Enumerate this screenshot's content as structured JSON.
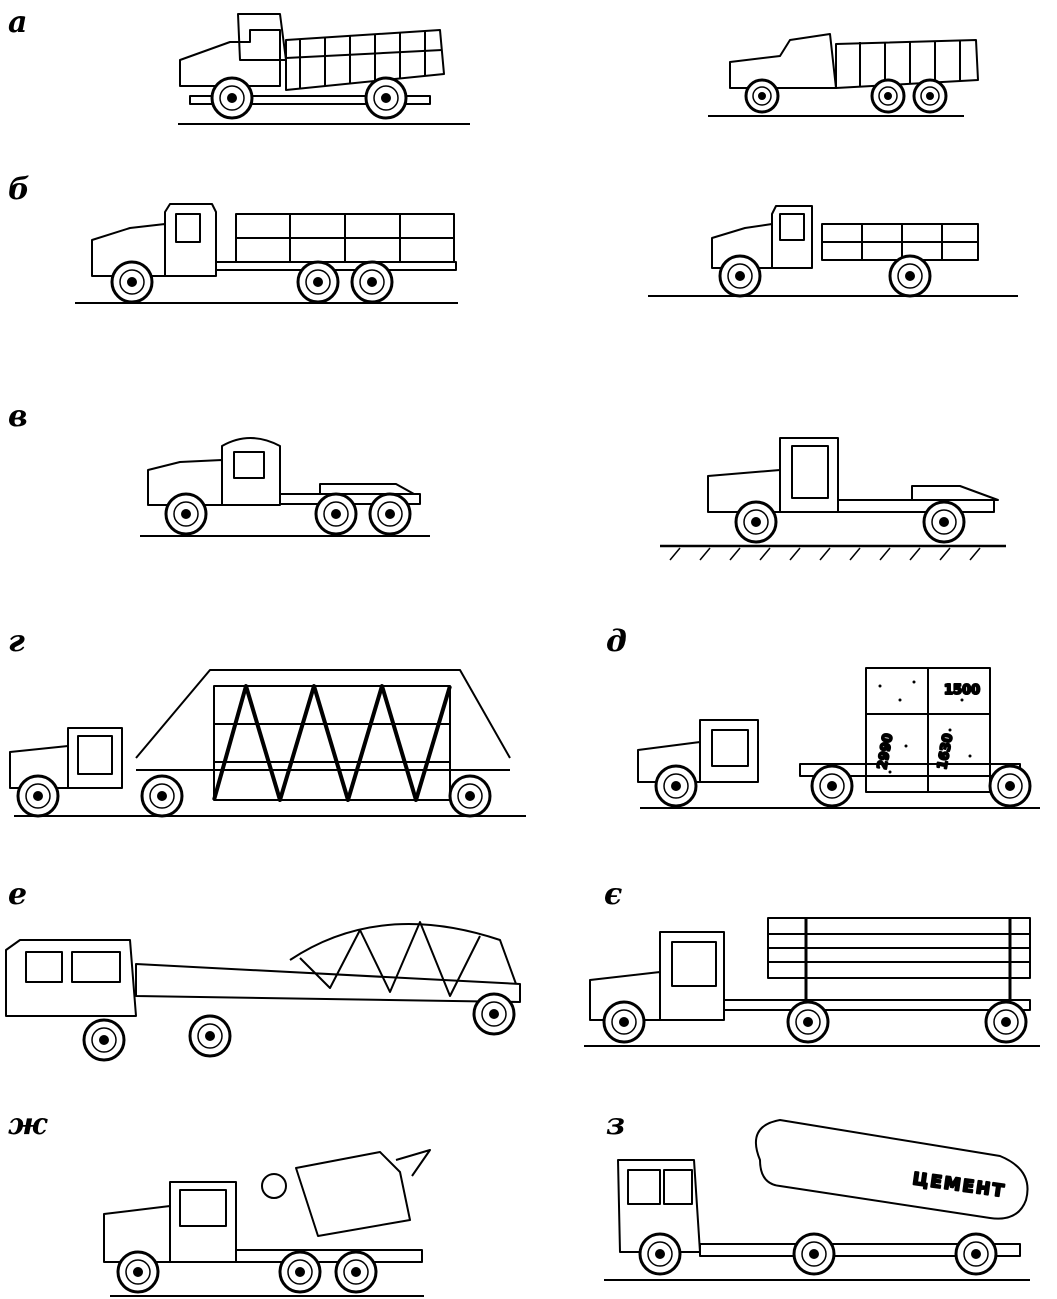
{
  "figure": {
    "panels": [
      {
        "id": "a",
        "label": "а"
      },
      {
        "id": "b",
        "label": "б"
      },
      {
        "id": "v",
        "label": "в"
      },
      {
        "id": "g",
        "label": "г"
      },
      {
        "id": "d",
        "label": "д",
        "dims": [
          "1500",
          "2990",
          "1630"
        ]
      },
      {
        "id": "e",
        "label": "е"
      },
      {
        "id": "ye",
        "label": "є"
      },
      {
        "id": "zh",
        "label": "ж"
      },
      {
        "id": "z",
        "label": "з",
        "tank_text": "ЦЕМЕНТ"
      }
    ]
  }
}
